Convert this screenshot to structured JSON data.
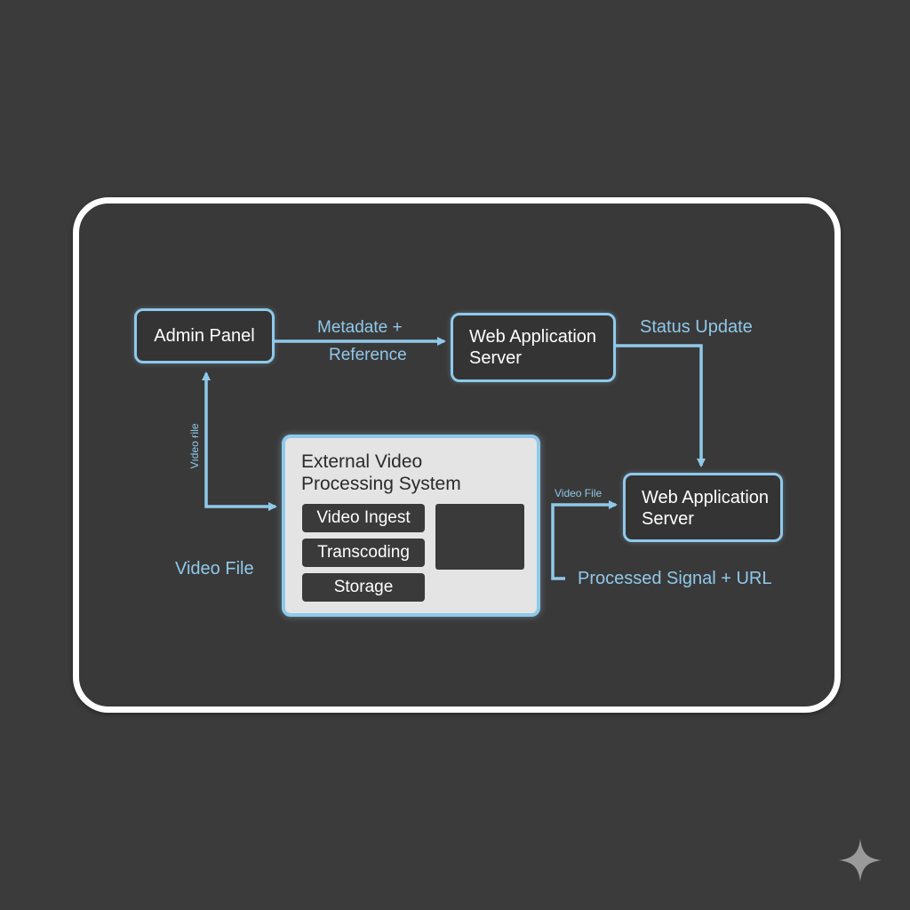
{
  "nodes": {
    "admin_panel": "Admin Panel",
    "web_server_top": [
      "Web Application",
      "Server"
    ],
    "web_server_right": [
      "Web Application",
      "Server"
    ],
    "processing_system": {
      "title": [
        "External Video",
        "Processing System"
      ],
      "steps": [
        "Video Ingest",
        "Transcoding",
        "Storage"
      ]
    }
  },
  "edge_labels": {
    "metadata": [
      "Metadate +",
      "Reference"
    ],
    "status_update": "Status Update",
    "video_file_vertical": "Vıdeo ғile",
    "video_file_left": "Video File",
    "video_file_small": "Video File",
    "processed": "Processed Signal + URL"
  },
  "colors": {
    "background": "#3c3b3b",
    "frame": "#ffffff",
    "accent": "#8fc9ea",
    "panel": "#e4e4e4"
  },
  "icons": {
    "corner_mark": "sparkle-icon"
  }
}
